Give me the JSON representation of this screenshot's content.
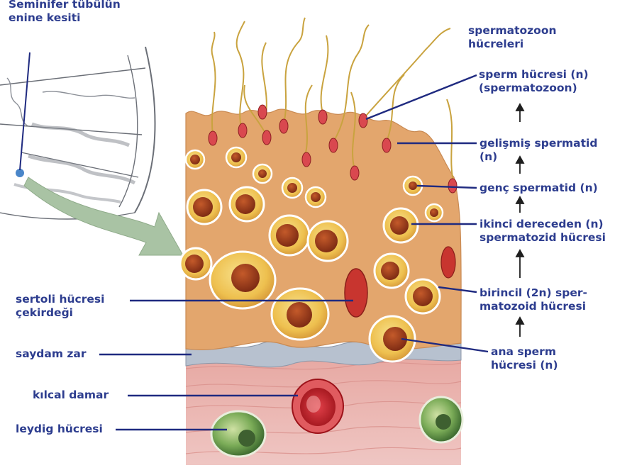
{
  "title": {
    "line1": "Seminifer tübülün",
    "line2": "enine kesiti"
  },
  "labels_right": {
    "spermatozoon_cells": {
      "line1": "spermatozoon",
      "line2": "hücreleri"
    },
    "sperm_cell": {
      "line1": "sperm hücresi (n)",
      "line2": "(spermatozoon)"
    },
    "mature_spermatid": {
      "line1": "gelişmiş spermatid",
      "line2": "(n)"
    },
    "young_spermatid": {
      "line1": "genç spermatid (n)"
    },
    "secondary_spermatocyte": {
      "line1": "ikinci dereceden (n)",
      "line2": "spermatozid hücresi"
    },
    "primary_spermatocyte": {
      "line1": "birincil (2n) sper-",
      "line2": "matozoid hücresi"
    },
    "spermatogonium": {
      "line1": "ana sperm",
      "line2": "hücresi (n)"
    }
  },
  "labels_left": {
    "sertoli": {
      "line1": "sertoli hücresi",
      "line2": "çekirdeği"
    },
    "basement_membrane": {
      "line1": "saydam zar"
    },
    "capillary": {
      "line1": "kılcal damar"
    },
    "leydig": {
      "line1": "leydig hücresi"
    }
  },
  "colors": {
    "label_text": "#2d3d8f",
    "leader_line": "#1f2a80",
    "tissue_orange": "#e3a66d",
    "cell_yellow": "#f1cf62",
    "nucleus_brown": "#a3421c",
    "membrane_blue": "#b7c1cf",
    "connective_pink": "#e7b9b4",
    "capillary_red": "#c8222a",
    "leydig_green": "#6a9a4e",
    "arrow_green": "#a9c3a4"
  }
}
